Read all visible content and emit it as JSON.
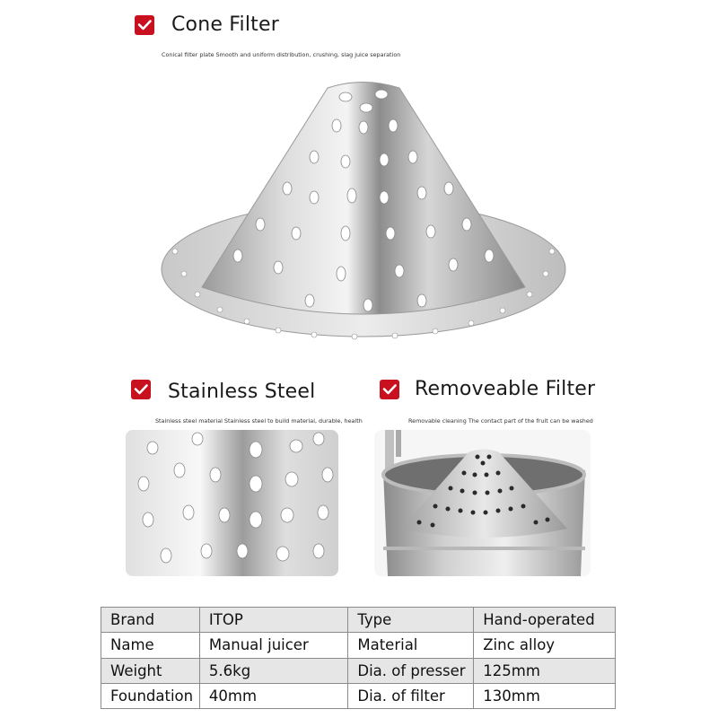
{
  "sections": {
    "cone": {
      "icon": "checkmark-badge-icon",
      "title": "Cone Filter",
      "caption": "Conical filter plate Smooth and uniform distribution, crushing, slag juice separation"
    },
    "stainless": {
      "icon": "checkmark-badge-icon",
      "title": "Stainless Steel",
      "caption": "Stainless steel material Stainless steel to build material, durable, health"
    },
    "removeable": {
      "icon": "checkmark-badge-icon",
      "title": "Removeable Filter",
      "caption": "Removable cleaning The contact part of the fruit can be washed"
    }
  },
  "colors": {
    "accent": "#c8101e",
    "table_shade": "#e6e6e6",
    "table_border": "#8a8a8a"
  },
  "spec_table": {
    "rows": [
      [
        "Brand",
        "ITOP",
        "Type",
        "Hand-operated"
      ],
      [
        "Name",
        "Manual juicer",
        "Material",
        "Zinc alloy"
      ],
      [
        "Weight",
        "5.6kg",
        "Dia. of presser",
        "125mm"
      ],
      [
        "Foundation",
        "40mm",
        "Dia. of filter",
        "130mm"
      ]
    ]
  }
}
